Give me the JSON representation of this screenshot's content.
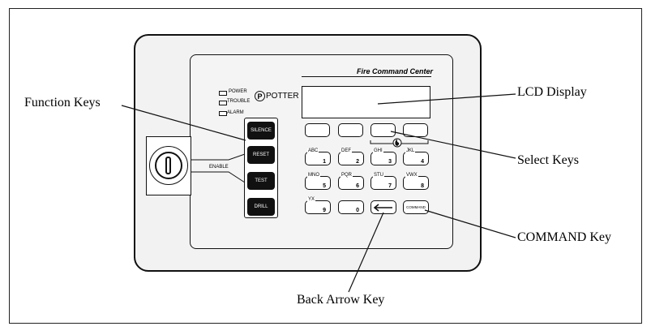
{
  "panel": {
    "title": "Fire Command Center",
    "brand": "POTTER",
    "brand_initial": "P",
    "leds": [
      "POWER",
      "TROUBLE",
      "ALARM"
    ],
    "enable_label": "ENABLE"
  },
  "function_keys": [
    "SILENCE",
    "RESET",
    "TEST",
    "DRILL"
  ],
  "keypad": [
    {
      "letters": "ABC",
      "digit": "1"
    },
    {
      "letters": "DEF",
      "digit": "2"
    },
    {
      "letters": "GHI",
      "digit": "3"
    },
    {
      "letters": "JKL",
      "digit": "4"
    },
    {
      "letters": "MNO",
      "digit": "5"
    },
    {
      "letters": "PQR",
      "digit": "6"
    },
    {
      "letters": "STU",
      "digit": "7"
    },
    {
      "letters": "VWX",
      "digit": "8"
    },
    {
      "letters": "YX",
      "digit": "9"
    },
    {
      "letters": "",
      "digit": "0"
    }
  ],
  "command_key_label": "COMMAND",
  "callouts": {
    "function_keys": "Function Keys",
    "lcd_display": "LCD Display",
    "select_keys": "Select Keys",
    "command_key": "COMMAND Key",
    "back_arrow_key": "Back Arrow Key"
  },
  "icons": [
    "lock-icon",
    "back-arrow-icon",
    "fire-icon",
    "potter-logo-icon"
  ]
}
